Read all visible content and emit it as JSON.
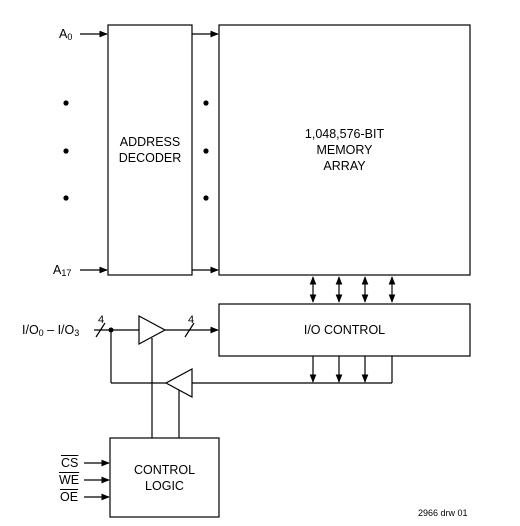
{
  "signals": {
    "a0": {
      "main": "A",
      "sub": "0"
    },
    "a17": {
      "main": "A",
      "sub": "17"
    },
    "io": {
      "p1": "I/O",
      "s1": "0",
      "mid": " – I/O",
      "s2": "3"
    },
    "cs": "CS",
    "we": "WE",
    "oe": "OE"
  },
  "blocks": {
    "address_decoder": [
      "ADDRESS",
      "DECODER"
    ],
    "memory_array": [
      "1,048,576-BIT",
      "MEMORY",
      "ARRAY"
    ],
    "io_control": "I/O CONTROL",
    "control_logic": [
      "CONTROL",
      "LOGIC"
    ]
  },
  "bus_width_left": "4",
  "bus_width_right": "4",
  "drawing_id": "2966 drw 01"
}
